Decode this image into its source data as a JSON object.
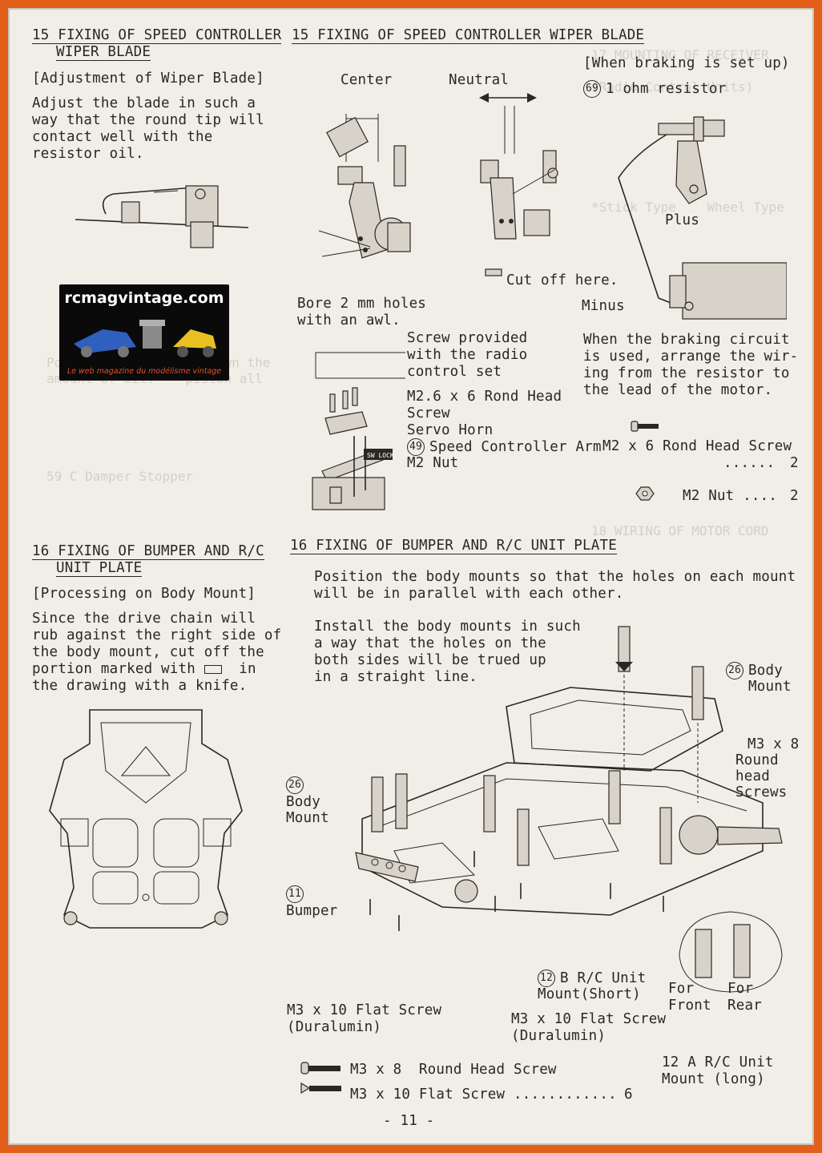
{
  "colors": {
    "frame": "#e2601a",
    "paper": "#f1eee7",
    "ink": "#2a2724",
    "logo_bg": "#0a0a0a",
    "logo_accent": "#e05030"
  },
  "logo": {
    "title": "rcmagvintage.com",
    "subtitle": "Le web magazine du modélisme vintage"
  },
  "sec15a": {
    "heading_1": "15 FIXING OF SPEED CONTROLLER",
    "heading_2": "WIPER BLADE",
    "sub": "[Adjustment of Wiper Blade]",
    "body": [
      "Adjust the blade in such a",
      "way that the round tip will",
      "contact well with the",
      "resistor oil."
    ]
  },
  "sec15b": {
    "heading": "15 FIXING OF SPEED CONTROLLER WIPER BLADE",
    "center": "Center",
    "neutral": "Neutral",
    "braking": "[When braking is set up)",
    "resistor": "1 ohm resistor",
    "resistor_num": "69",
    "plus": "Plus",
    "cut_off": "Cut off here.",
    "minus": "Minus",
    "bore": [
      "Bore 2 mm holes",
      "with an awl."
    ],
    "screw_provided": [
      "Screw provided",
      "with the radio",
      "control set"
    ],
    "rond_head": [
      "M2.6 x 6 Rond Head",
      "Screw"
    ],
    "servo_horn": "Servo Horn",
    "arm": "Speed Controller Arm",
    "arm_num": "49",
    "m2_nut": "M2 Nut",
    "sw_lock": "SW LOCK",
    "braking_note": [
      "When the braking circuit",
      "is used, arrange the wir-",
      "ing from the resistor to",
      "the lead of the motor."
    ],
    "parts": [
      {
        "name": "M2 x 6 Rond Head Screw",
        "dots": "......",
        "qty": "2"
      },
      {
        "name": "M2 Nut ....",
        "qty": "2"
      }
    ]
  },
  "sec16a": {
    "heading_1": "16 FIXING OF BUMPER AND R/C",
    "heading_2": "UNIT PLATE",
    "sub": "[Processing on Body Mount]",
    "body": [
      "Since the drive chain will",
      "rub against the right side of",
      "the body mount, cut off the",
      "portion marked with",
      "in",
      "the drawing with a knife."
    ]
  },
  "sec16b": {
    "heading": "16 FIXING OF BUMPER AND R/C UNIT PLATE",
    "p1": [
      "Position the body mounts so that the holes on each mount",
      "will be in parallel with each other."
    ],
    "p2": [
      "Install the body mounts in such",
      "a way that the holes on the",
      "both sides will be trued up",
      "in a straight line."
    ],
    "body_mount_num": "26",
    "body_mount": [
      "Body",
      "Mount"
    ],
    "m3x8_round": [
      "M3 x 8",
      "Round",
      "head",
      "Screws"
    ],
    "bumper_num": "11",
    "bumper": "Bumper",
    "flat_left": [
      "M3 x 10 Flat Screw",
      "(Duralumin)"
    ],
    "short_mount_num": "12",
    "short_mount": [
      "B R/C Unit",
      "Mount(Short)"
    ],
    "flat_right": [
      "M3 x 10 Flat Screw",
      "(Duralumin)"
    ],
    "for_front": [
      "For",
      "Front"
    ],
    "for_rear": [
      "For",
      "Rear"
    ],
    "long_mount": [
      "12 A R/C Unit",
      "Mount (long)"
    ],
    "parts": [
      {
        "name": "M3 x 8  Round Head Screw",
        "qty": ""
      },
      {
        "name": "M3 x 10 Flat Screw ............",
        "qty": "6"
      }
    ]
  },
  "page_number": "- 11 -"
}
